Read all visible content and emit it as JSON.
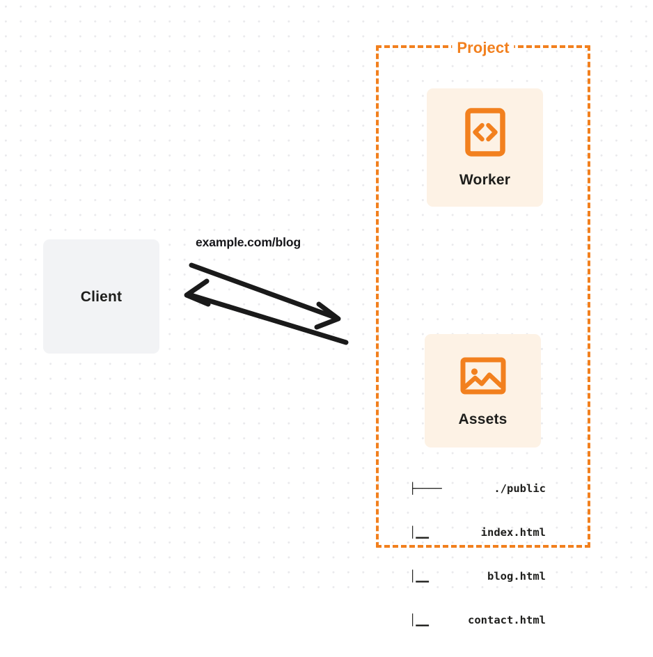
{
  "diagram": {
    "title": "Cloudflare Worker with static assets request flow",
    "colors": {
      "accent_orange": "#F2801E",
      "node_orange_fill": "#FDF2E5",
      "node_gray_fill": "#F2F3F5",
      "text_dark": "#1E1E1C",
      "grid_dot": "#E9E9EC",
      "background": "#FFFFFF"
    }
  },
  "project_group": {
    "label": "Project",
    "border_style": "dashed",
    "border_color": "#F2801E"
  },
  "nodes": {
    "client": {
      "label": "Client",
      "icon": "none",
      "fill": "#F2F3F5"
    },
    "worker": {
      "label": "Worker",
      "icon": "code-brackets-icon",
      "fill": "#FDF2E5"
    },
    "assets": {
      "label": "Assets",
      "icon": "image-icon",
      "fill": "#FDF2E5"
    }
  },
  "connections": {
    "request_label": "example.com/blog",
    "request_direction": "client-to-project",
    "response_direction": "project-to-client"
  },
  "file_tree": {
    "rows": [
      {
        "branch": "├────",
        "name": "./public"
      },
      {
        "branch": "│▁▁",
        "name": "index.html"
      },
      {
        "branch": "│▁▁",
        "name": "blog.html"
      },
      {
        "branch": "│▁▁",
        "name": "contact.html"
      }
    ]
  }
}
